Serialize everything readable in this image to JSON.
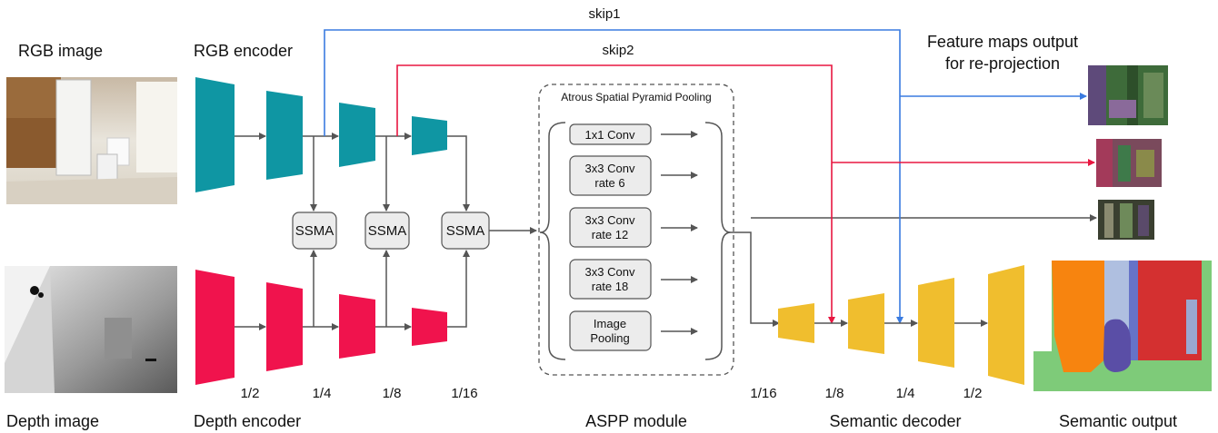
{
  "labels": {
    "rgb_image": "RGB image",
    "rgb_encoder": "RGB encoder",
    "depth_image": "Depth image",
    "depth_encoder": "Depth encoder",
    "aspp_module": "ASPP module",
    "semantic_decoder": "Semantic decoder",
    "semantic_output": "Semantic output",
    "feature_maps_line1": "Feature maps output",
    "feature_maps_line2": "for re-projection"
  },
  "skips": {
    "skip1": "skip1",
    "skip2": "skip2"
  },
  "fusion": {
    "ssma1": "SSMA",
    "ssma2": "SSMA",
    "ssma3": "SSMA"
  },
  "aspp": {
    "title": "Atrous Spatial Pyramid Pooling",
    "conv1x1": "1x1 Conv",
    "conv3x3_r6_l1": "3x3 Conv",
    "conv3x3_r6_l2": "rate 6",
    "conv3x3_r12_l1": "3x3 Conv",
    "conv3x3_r12_l2": "rate 12",
    "conv3x3_r18_l1": "3x3 Conv",
    "conv3x3_r18_l2": "rate 18",
    "pool_l1": "Image",
    "pool_l2": "Pooling"
  },
  "encoder_scales": [
    "1/2",
    "1/4",
    "1/8",
    "1/16"
  ],
  "decoder_scales": [
    "1/16",
    "1/8",
    "1/4",
    "1/2"
  ],
  "colors": {
    "rgb_encoder": "#0f96a3",
    "depth_encoder": "#f0134d",
    "decoder": "#f0be2e",
    "skip1_line": "#3a7be0",
    "skip2_line": "#e81640",
    "arrow": "#555555"
  }
}
